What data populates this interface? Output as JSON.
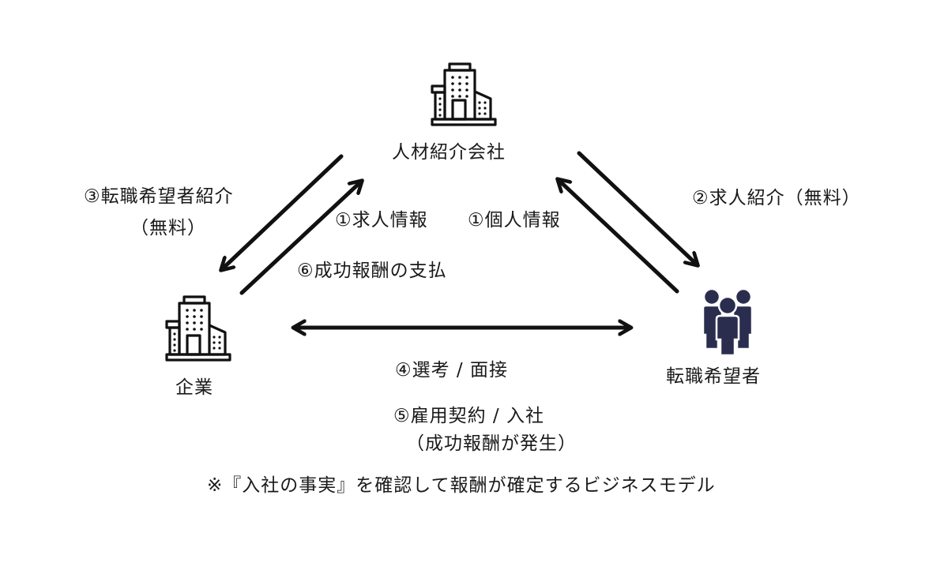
{
  "nodes": {
    "agency": {
      "label": "人材紹介会社",
      "icon": "office-building-icon"
    },
    "company": {
      "label": "企業",
      "icon": "office-building-icon"
    },
    "seeker": {
      "label": "転職希望者",
      "icon": "people-group-icon"
    }
  },
  "flows": {
    "job_info": "①求人情報",
    "personal_info": "①個人情報",
    "job_intro": "②求人紹介（無料）",
    "seeker_intro_line1": "③転職希望者紹介",
    "seeker_intro_line2": "（無料）",
    "selection": "④選考 / 面接",
    "contract_line1": "⑤雇用契約 / 入社",
    "contract_line2": "（成功報酬が発生）",
    "payment": "⑥成功報酬の支払"
  },
  "footnote": "※『入社の事実』を確認して報酬が確定するビジネスモデル",
  "colors": {
    "line": "#111111",
    "people_icon": "#2b2d4f",
    "background": "#ffffff"
  }
}
